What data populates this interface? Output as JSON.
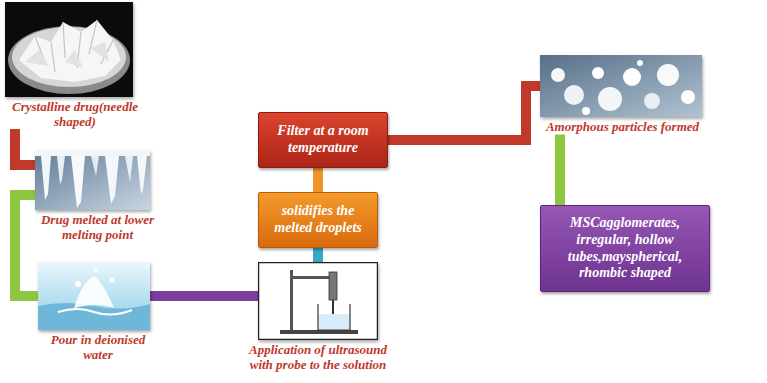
{
  "diagram": {
    "nodes": [
      {
        "text": [
          "Crystalline drug(needle shaped)"
        ]
      },
      {
        "text": [
          "Drug melted at lower melting point"
        ]
      },
      {
        "text": [
          "Pour in deionised water"
        ]
      },
      {
        "text": [
          "Application of ultrasound with probe to the solution"
        ]
      },
      {
        "text": [
          "solidifies the melted droplets"
        ]
      },
      {
        "text": [
          "Filter at a room temperature"
        ]
      },
      {
        "text": [
          "Amorphous particles formed"
        ]
      },
      {
        "text": [
          "MSCagglomerates, irregular, hollow tubes,mayspherical, rhombic shaped"
        ]
      }
    ],
    "edges": [
      {
        "from": 0,
        "to": 1,
        "arrow": "none"
      },
      {
        "from": 1,
        "to": 2,
        "arrow": "none"
      },
      {
        "from": 2,
        "to": 3,
        "arrow": "none"
      },
      {
        "from": 3,
        "to": 4,
        "arrow": "none"
      },
      {
        "from": 4,
        "to": 5,
        "arrow": "none"
      },
      {
        "from": 5,
        "to": 6,
        "arrow": "none"
      },
      {
        "from": 6,
        "to": 7,
        "arrow": "none"
      }
    ]
  }
}
